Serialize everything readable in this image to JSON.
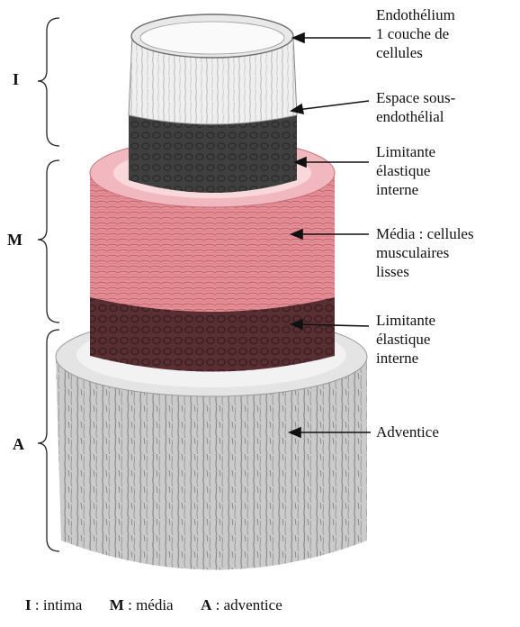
{
  "labels": {
    "endothelium": [
      "Endothélium",
      "1 couche de",
      "cellules"
    ],
    "subendothelial": [
      "Espace sous-",
      "endothélial"
    ],
    "internal_elastic_1": [
      "Limitante",
      "élastique",
      "interne"
    ],
    "media": [
      "Média : cellules",
      "musculaires",
      "lisses"
    ],
    "internal_elastic_2": [
      "Limitante",
      "élastique",
      "interne"
    ],
    "adventitia": [
      "Adventice"
    ]
  },
  "regions": {
    "intima": "I",
    "media": "M",
    "adventitia": "A"
  },
  "legend": {
    "intima_key": "I",
    "intima_text": ": intima",
    "media_key": "M",
    "media_text": ": média",
    "adventitia_key": "A",
    "adventitia_text": ": adventice"
  },
  "colors": {
    "media": "#e58f97",
    "adventitia": "#c9c9c9",
    "intima_light": "#ececec",
    "subendothelial": "#3c3c3c",
    "elastic_lamina": "#6b3a3e"
  }
}
